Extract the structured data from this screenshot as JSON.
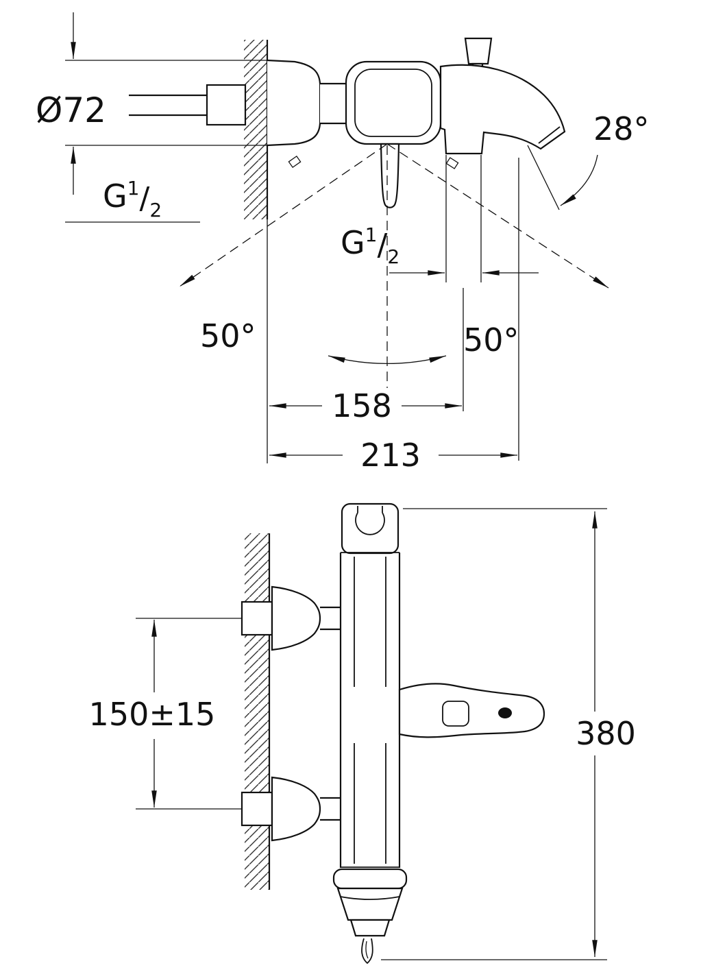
{
  "colors": {
    "background": "#ffffff",
    "line": "#111111",
    "hatch": "#333333"
  },
  "side_view": {
    "escutcheon_diameter": "Ø72",
    "wall_thread": {
      "prefix": "G",
      "numerator": "1",
      "slash": "/",
      "denominator": "2"
    },
    "outlet_thread": {
      "prefix": "G",
      "numerator": "1",
      "slash": "/",
      "denominator": "2"
    },
    "spout_angle": "28°",
    "swing_angle_left": "50°",
    "swing_angle_right": "50°",
    "wall_to_outlet": "158",
    "wall_to_tip": "213"
  },
  "front_view": {
    "connection_spacing": "150±15",
    "total_height": "380"
  }
}
